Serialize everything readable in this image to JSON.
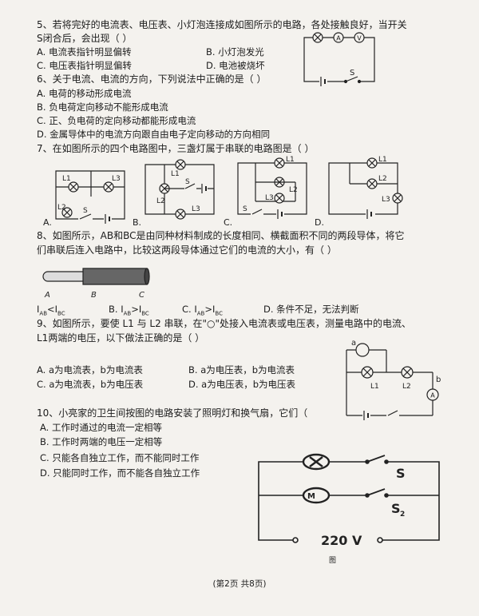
{
  "q5": {
    "stem_1": "5、若将完好的电流表、电压表、小灯泡连接成如图所示的电路，各处接触良好，当开关",
    "stem_2": "S闭合后，会出现（        ）",
    "options": [
      "A.  电流表指针明显偏转",
      "B.  小灯泡发光",
      "C.  电压表指针明显偏转",
      "D.  电池被烧坏"
    ],
    "figure": {
      "meter_a": "A",
      "meter_v": "V",
      "switch": "S"
    }
  },
  "q6": {
    "stem": "6、关于电流、电流的方向，下列说法中正确的是（    ）",
    "options": [
      "A.  电荷的移动形成电流",
      "B.  负电荷定向移动不能形成电流",
      "C.  正、负电荷的定向移动都能形成电流",
      "D.  金属导体中的电流方向跟自由电子定向移动的方向相同"
    ]
  },
  "q7": {
    "stem": "7、在如图所示的四个电路图中，三盏灯属于串联的电路图是（    ）",
    "fig_a": {
      "label": "A.",
      "l1": "L1",
      "l2": "L2",
      "l3": "L3",
      "s": "S"
    },
    "fig_b": {
      "label": "B.",
      "l1": "L1",
      "l2": "L2",
      "l3": "L3",
      "s": "S"
    },
    "fig_c": {
      "label": "C.",
      "l1": "L1",
      "l2": "L2",
      "l3": "L3",
      "s": "S"
    },
    "fig_d": {
      "label": "D.",
      "l1": "L1",
      "l2": "L2",
      "l3": "L3"
    }
  },
  "q8": {
    "stem_1": "8、如图所示，AB和BC是由同种材料制成的长度相同、横截面积不同的两段导体，将它",
    "stem_2": "们串联后连入电路中，比较这两段导体通过它们的电流的大小，有（        ）",
    "figure": {
      "a": "A",
      "b": "B",
      "c": "C"
    },
    "options": [
      "I",
      "I",
      "C.  I",
      "D.  条件不足，无法判断"
    ],
    "opt_a": {
      "i1": "I",
      "s1": "AB",
      "rel": "<",
      "i2": "I",
      "s2": "BC"
    },
    "opt_b": {
      "label": "B.",
      "i1": "I",
      "s1": "AB",
      "rel": ">",
      "i2": "I",
      "s2": "BC"
    },
    "opt_c": {
      "label": "C.",
      "i1": "I",
      "s1": "AB",
      "rel": ">",
      "i2": "I",
      "s2": "BC"
    }
  },
  "q9": {
    "stem_1": "9、如图所示，要使 L1 与 L2 串联，在\"○\"处接入电流表或电压表，测量电路中的电流、",
    "stem_2": "L1两端的电压，以下做法正确的是（    ）",
    "options": [
      "A.  a为电流表，b为电流表",
      "B.  a为电压表，b为电流表",
      "C.  a为电流表，b为电压表",
      "D.  a为电压表，b为电压表"
    ],
    "figure": {
      "a": "a",
      "b": "b",
      "l1": "L1",
      "l2": "L2",
      "meter": "A"
    }
  },
  "q10": {
    "stem": "10、小亮家的卫生间按图的电路安装了照明灯和换气扇，它们（",
    "options": [
      "A.  工作时通过的电流一定相等",
      "B.  工作时两端的电压一定相等",
      "C.  只能各自独立工作，而不能同时工作",
      "D.  只能同时工作，而不能各自独立工作"
    ],
    "figure": {
      "s1": "S",
      "s2": "S",
      "s2_sub": "2",
      "motor": "M",
      "voltage": "220 V",
      "caption": "图"
    }
  },
  "footer": "(第2页  共8页)"
}
